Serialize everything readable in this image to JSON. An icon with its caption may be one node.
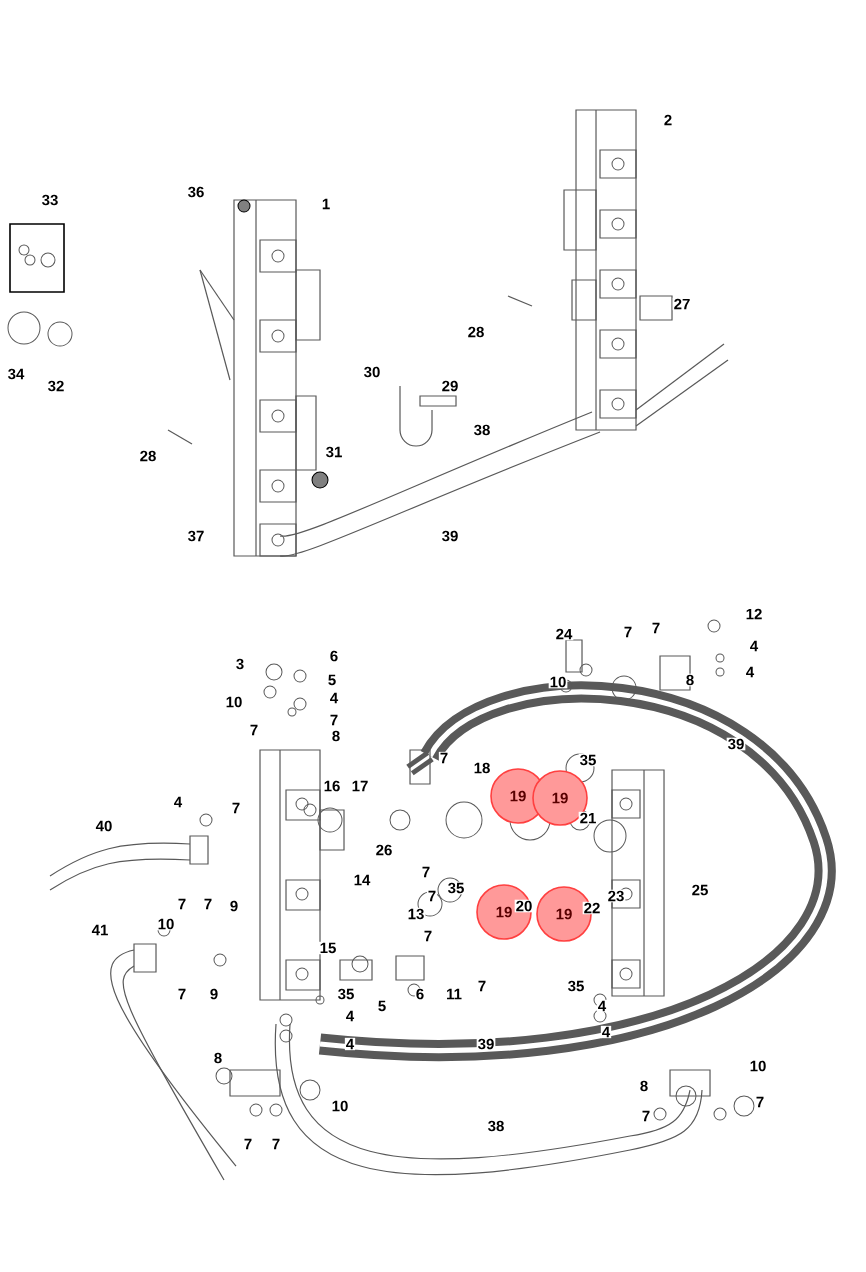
{
  "diagram": {
    "nodes": [
      {
        "text": [
          "19"
        ]
      },
      {
        "text": [
          "19"
        ]
      },
      {
        "text": [
          "19"
        ]
      },
      {
        "text": [
          "19"
        ]
      }
    ],
    "labels": [
      "2",
      "33",
      "36",
      "1",
      "27",
      "28",
      "30",
      "29",
      "38",
      "34",
      "32",
      "28",
      "31",
      "37",
      "39",
      "3",
      "6",
      "24",
      "7",
      "7",
      "12",
      "5",
      "4",
      "10",
      "4",
      "10",
      "8",
      "4",
      "7",
      "7",
      "8",
      "7",
      "18",
      "35",
      "39",
      "16",
      "17",
      "4",
      "7",
      "40",
      "26",
      "35",
      "21",
      "14",
      "7",
      "7",
      "7",
      "7",
      "9",
      "13",
      "20",
      "22",
      "23",
      "25",
      "41",
      "10",
      "7",
      "15",
      "7",
      "9",
      "35",
      "6",
      "11",
      "7",
      "5",
      "35",
      "4",
      "4",
      "4",
      "4",
      "39",
      "8",
      "10",
      "10",
      "8",
      "7",
      "7",
      "38",
      "7",
      "7"
    ]
  }
}
